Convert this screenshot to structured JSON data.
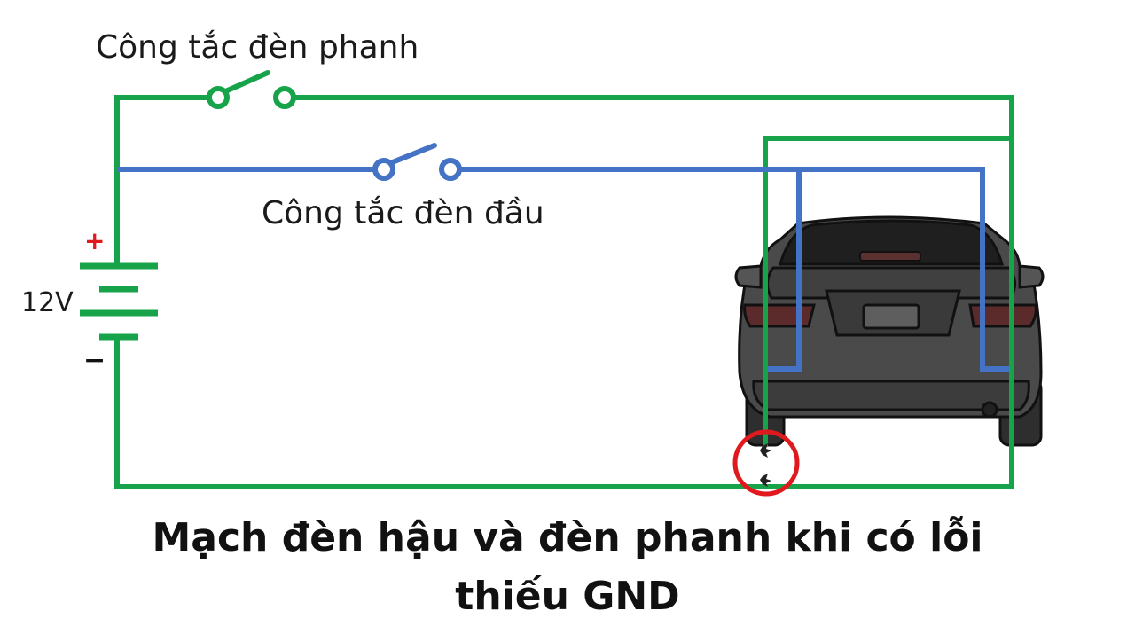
{
  "diagram": {
    "brake_switch_label": "Công tắc đèn phanh",
    "headlight_switch_label": "Công tắc đèn đầu",
    "battery": {
      "voltage": "12V",
      "plus": "+",
      "minus": "−"
    },
    "title_line1": "Mạch đèn hậu và đèn phanh khi có lỗi",
    "title_line2": "thiếu GND"
  },
  "colors": {
    "brake_wire": "#16a34a",
    "headlight_wire": "#4472c4",
    "fault_marker": "#e0191e",
    "plus_sign": "#e0191e",
    "car_body": "#4a4a4a"
  }
}
